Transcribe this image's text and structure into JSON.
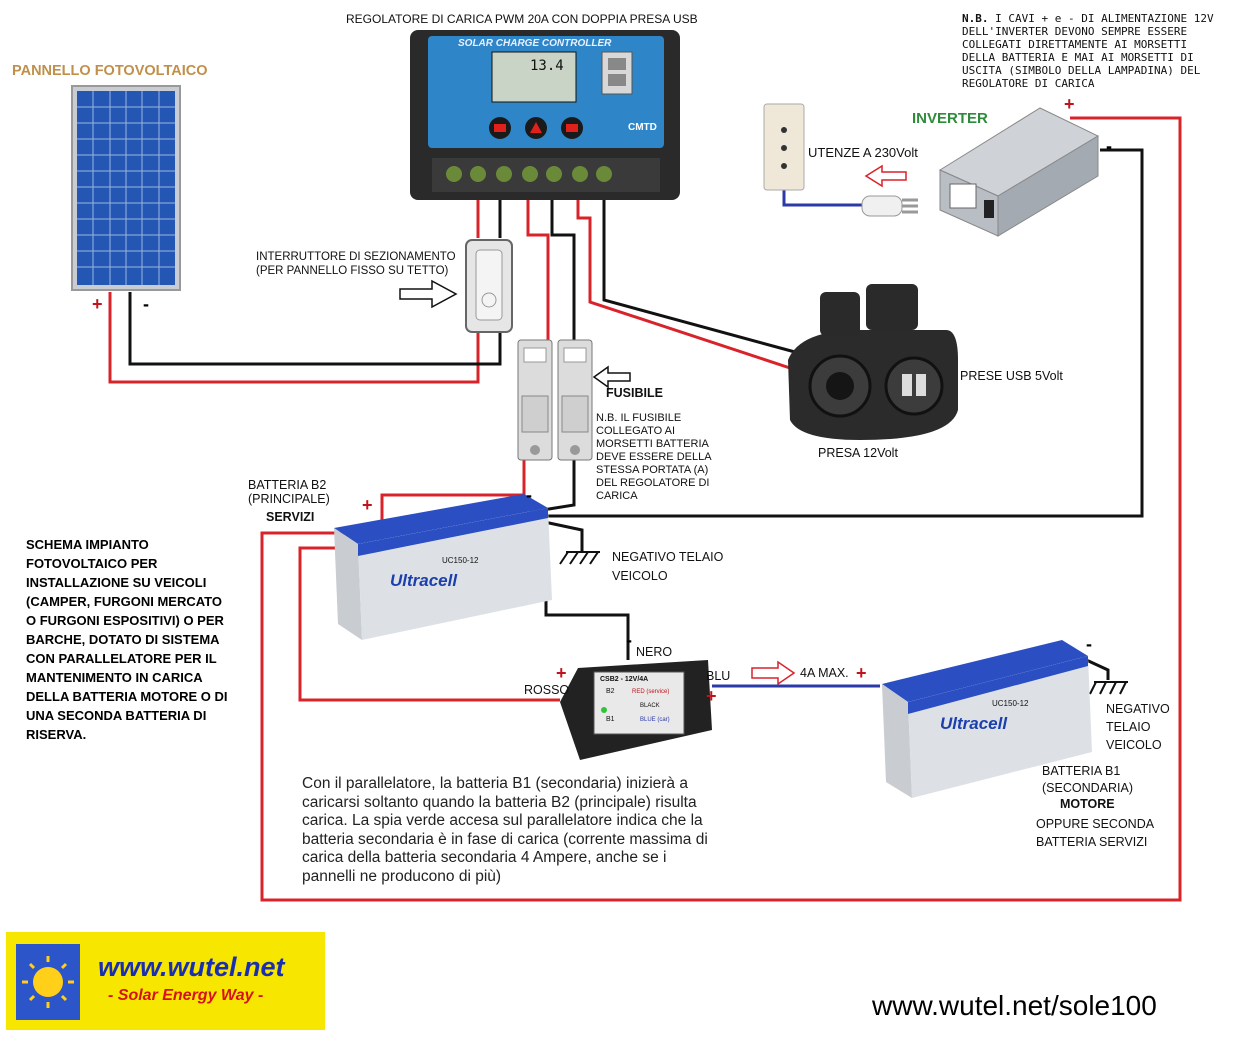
{
  "labels": {
    "regolatore_title": "REGOLATORE DI CARICA PWM 20A CON DOPPIA PRESA USB",
    "controller_face": "SOLAR CHARGE CONTROLLER",
    "controller_display": "13.4",
    "controller_brand": "CMTD",
    "pannello": "PANNELLO FOTOVOLTAICO",
    "interruttore": "INTERRUTTORE DI SEZIONAMENTO\n(PER PANNELLO FISSO SU TETTO)",
    "fusibile": "FUSIBILE",
    "fusibile_note": "N.B. IL FUSIBILE\nCOLLEGATO AI\nMORSETTI BATTERIA\nDEVE ESSERE DELLA\nSTESSA PORTATA (A)\nDEL REGOLATORE DI\nCARICA",
    "prese_usb": "PRESE USB 5Volt",
    "presa_12v": "PRESA 12Volt",
    "utenze": "UTENZE A 230Volt",
    "inverter": "INVERTER",
    "inverter_note_bold": "N.B.",
    "inverter_note": " I CAVI + e - DI ALIMENTAZIONE 12V\nDELL'INVERTER DEVONO SEMPRE ESSERE\nCOLLEGATI DIRETTAMENTE AI MORSETTI\nDELLA BATTERIA E MAI AI MORSETTI DI\nUSCITA (SIMBOLO DELLA LAMPADINA) DEL\nREGOLATORE DI CARICA",
    "batteria_b2": "BATTERIA B2\n(PRINCIPALE)",
    "servizi": "SERVIZI",
    "negativo_telaio_1": "NEGATIVO TELAIO\nVEICOLO",
    "negativo_telaio_2": "NEGATIVO\nTELAIO\nVEICOLO",
    "nero": "NERO",
    "rosso": "ROSSO",
    "blu": "BLU",
    "max_4a": "4A MAX.",
    "batteria_b1": "BATTERIA  B1\n(SECONDARIA)",
    "motore": "MOTORE",
    "oppure": "OPPURE SECONDA\nBATTERIA SERVIZI",
    "schema": "SCHEMA IMPIANTO\nFOTOVOLTAICO PER\nINSTALLAZIONE SU VEICOLI\n(CAMPER, FURGONI MERCATO\nO FURGONI ESPOSITIVI) O PER\nBARCHE, DOTATO DI SISTEMA\nCON PARALLELATORE PER IL\nMANTENIMENTO IN CARICA\nDELLA BATTERIA MOTORE O DI\nUNA SECONDA BATTERIA DI\nRISERVA.",
    "parallelatore_note": "Con il parallelatore, la batteria B1 (secondaria) inizierà a\ncaricarsi soltanto quando la batteria B2 (principale) risulta\ncarica. La spia verde accesa sul parallelatore indica che la\nbatteria secondaria è in fase di carica (corrente massima di\ncarica della batteria secondaria 4 Ampere, anche se i\npannelli ne producono di più)",
    "battery_brand": "Ultracell",
    "battery_model": "UC150-12",
    "parallel_model": "CSB2 - 12V/4A",
    "parallel_red": "RED (service)",
    "parallel_black": "BLACK",
    "parallel_blue": "BLUE (car)",
    "parallel_b2": "B2",
    "parallel_b1": "B1",
    "logo_url": "www.wutel.net",
    "logo_tag": "- Solar Energy Way -",
    "footer_url": "www.wutel.net/sole100",
    "plus": "+",
    "minus": "-"
  },
  "colors": {
    "wire_red": "#d9232a",
    "wire_black": "#111111",
    "wire_blue": "#2b3aa8",
    "controller_blue": "#2e86c8",
    "logo_yellow": "#f7e600"
  }
}
